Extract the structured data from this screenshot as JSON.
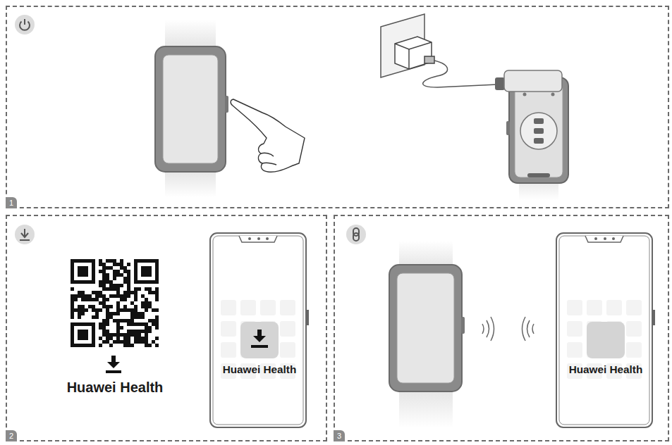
{
  "diagram": {
    "nodes": [
      {
        "text": [
          "1"
        ]
      },
      {
        "text": [
          "2"
        ]
      },
      {
        "text": [
          "Huawei Health"
        ],
        "in": 1
      },
      {
        "text": [
          "3"
        ]
      },
      {
        "text": [
          "Huawei Health"
        ],
        "in": 3
      }
    ],
    "labels": [
      "Huawei Health"
    ]
  }
}
